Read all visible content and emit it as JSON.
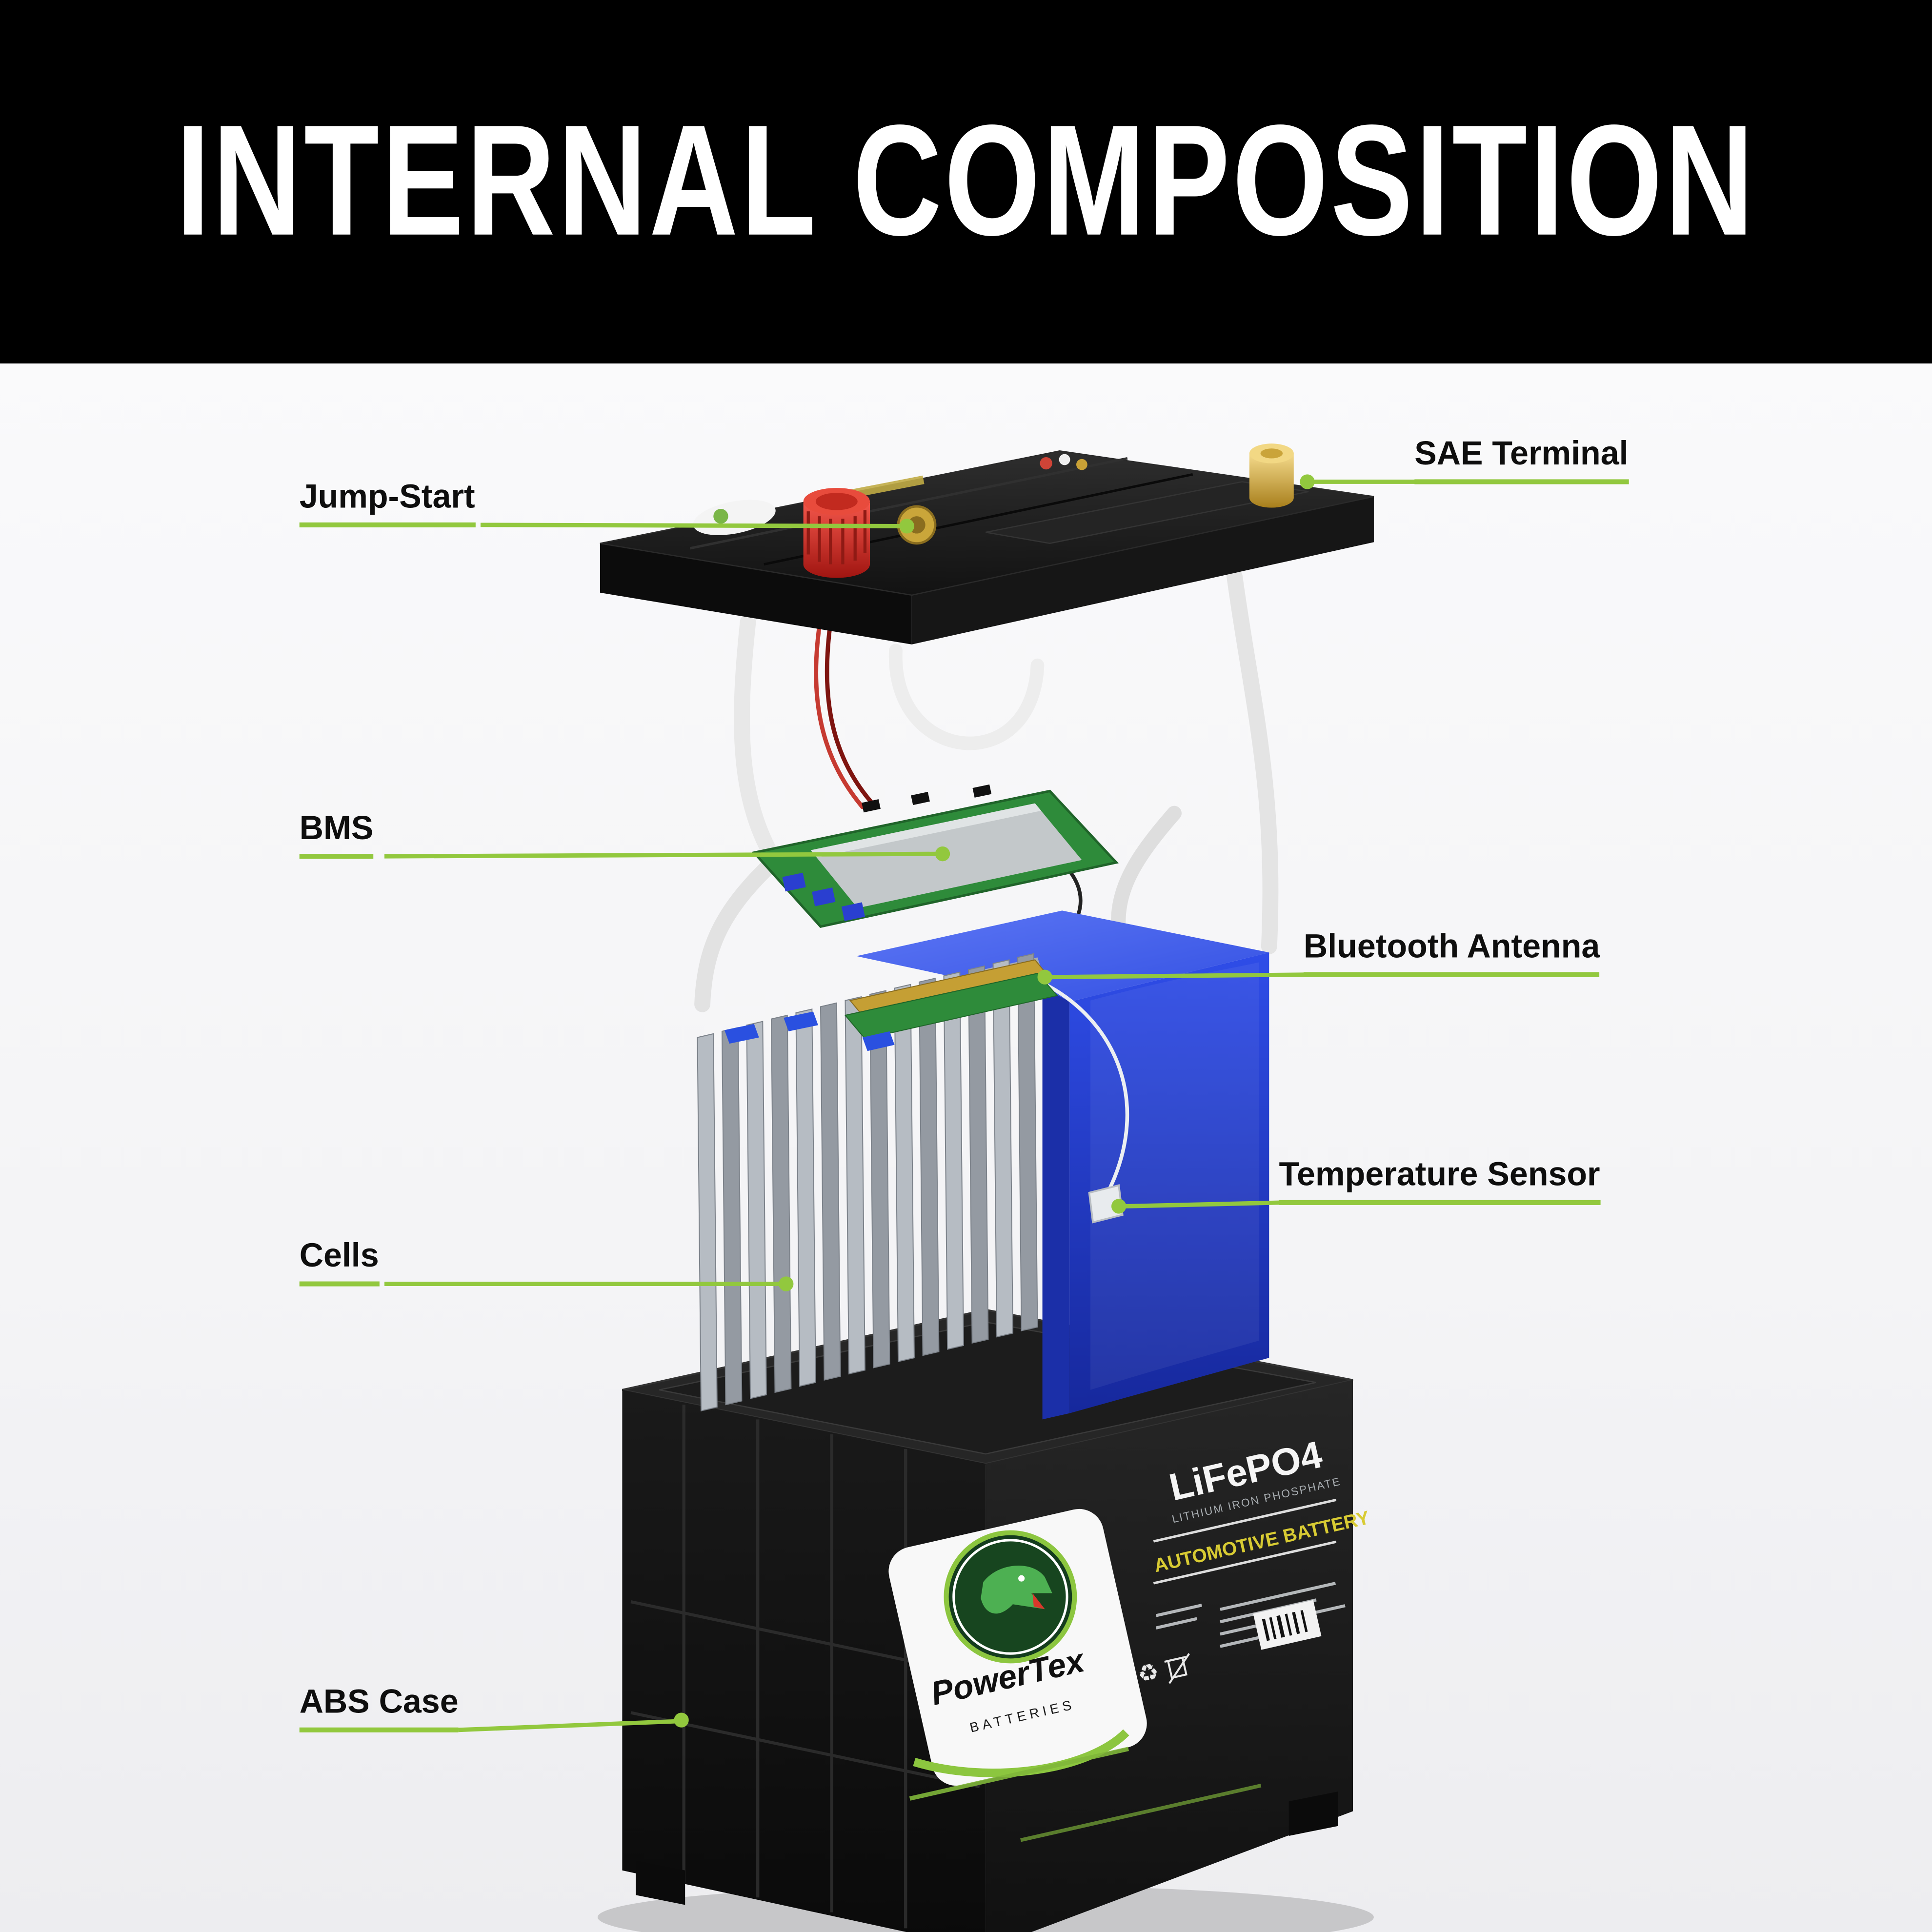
{
  "header": {
    "title": "INTERNAL COMPOSITION"
  },
  "labels": {
    "sae_terminal": "SAE Terminal",
    "jump_start": "Jump-Start",
    "bms": "BMS",
    "bluetooth_antenna": "Bluetooth Antenna",
    "temperature_sensor": "Temperature Sensor",
    "cells": "Cells",
    "abs_case": "ABS Case"
  },
  "product_label": {
    "brand": "PowerTex",
    "brand_sub": "BATTERIES",
    "chemistry": "LiFePO4",
    "chemistry_sub": "LITHIUM IRON PHOSPHATE",
    "type": "AUTOMOTIVE BATTERY"
  },
  "icons": {
    "recycle": "♻"
  },
  "colors": {
    "accent_green": "#92c83e",
    "header_bg": "#000000",
    "header_text": "#ffffff",
    "pack_blue": "#2544dd",
    "terminal_brass": "#caa63a",
    "knob_red": "#d03a2e",
    "case_black": "#141414"
  }
}
